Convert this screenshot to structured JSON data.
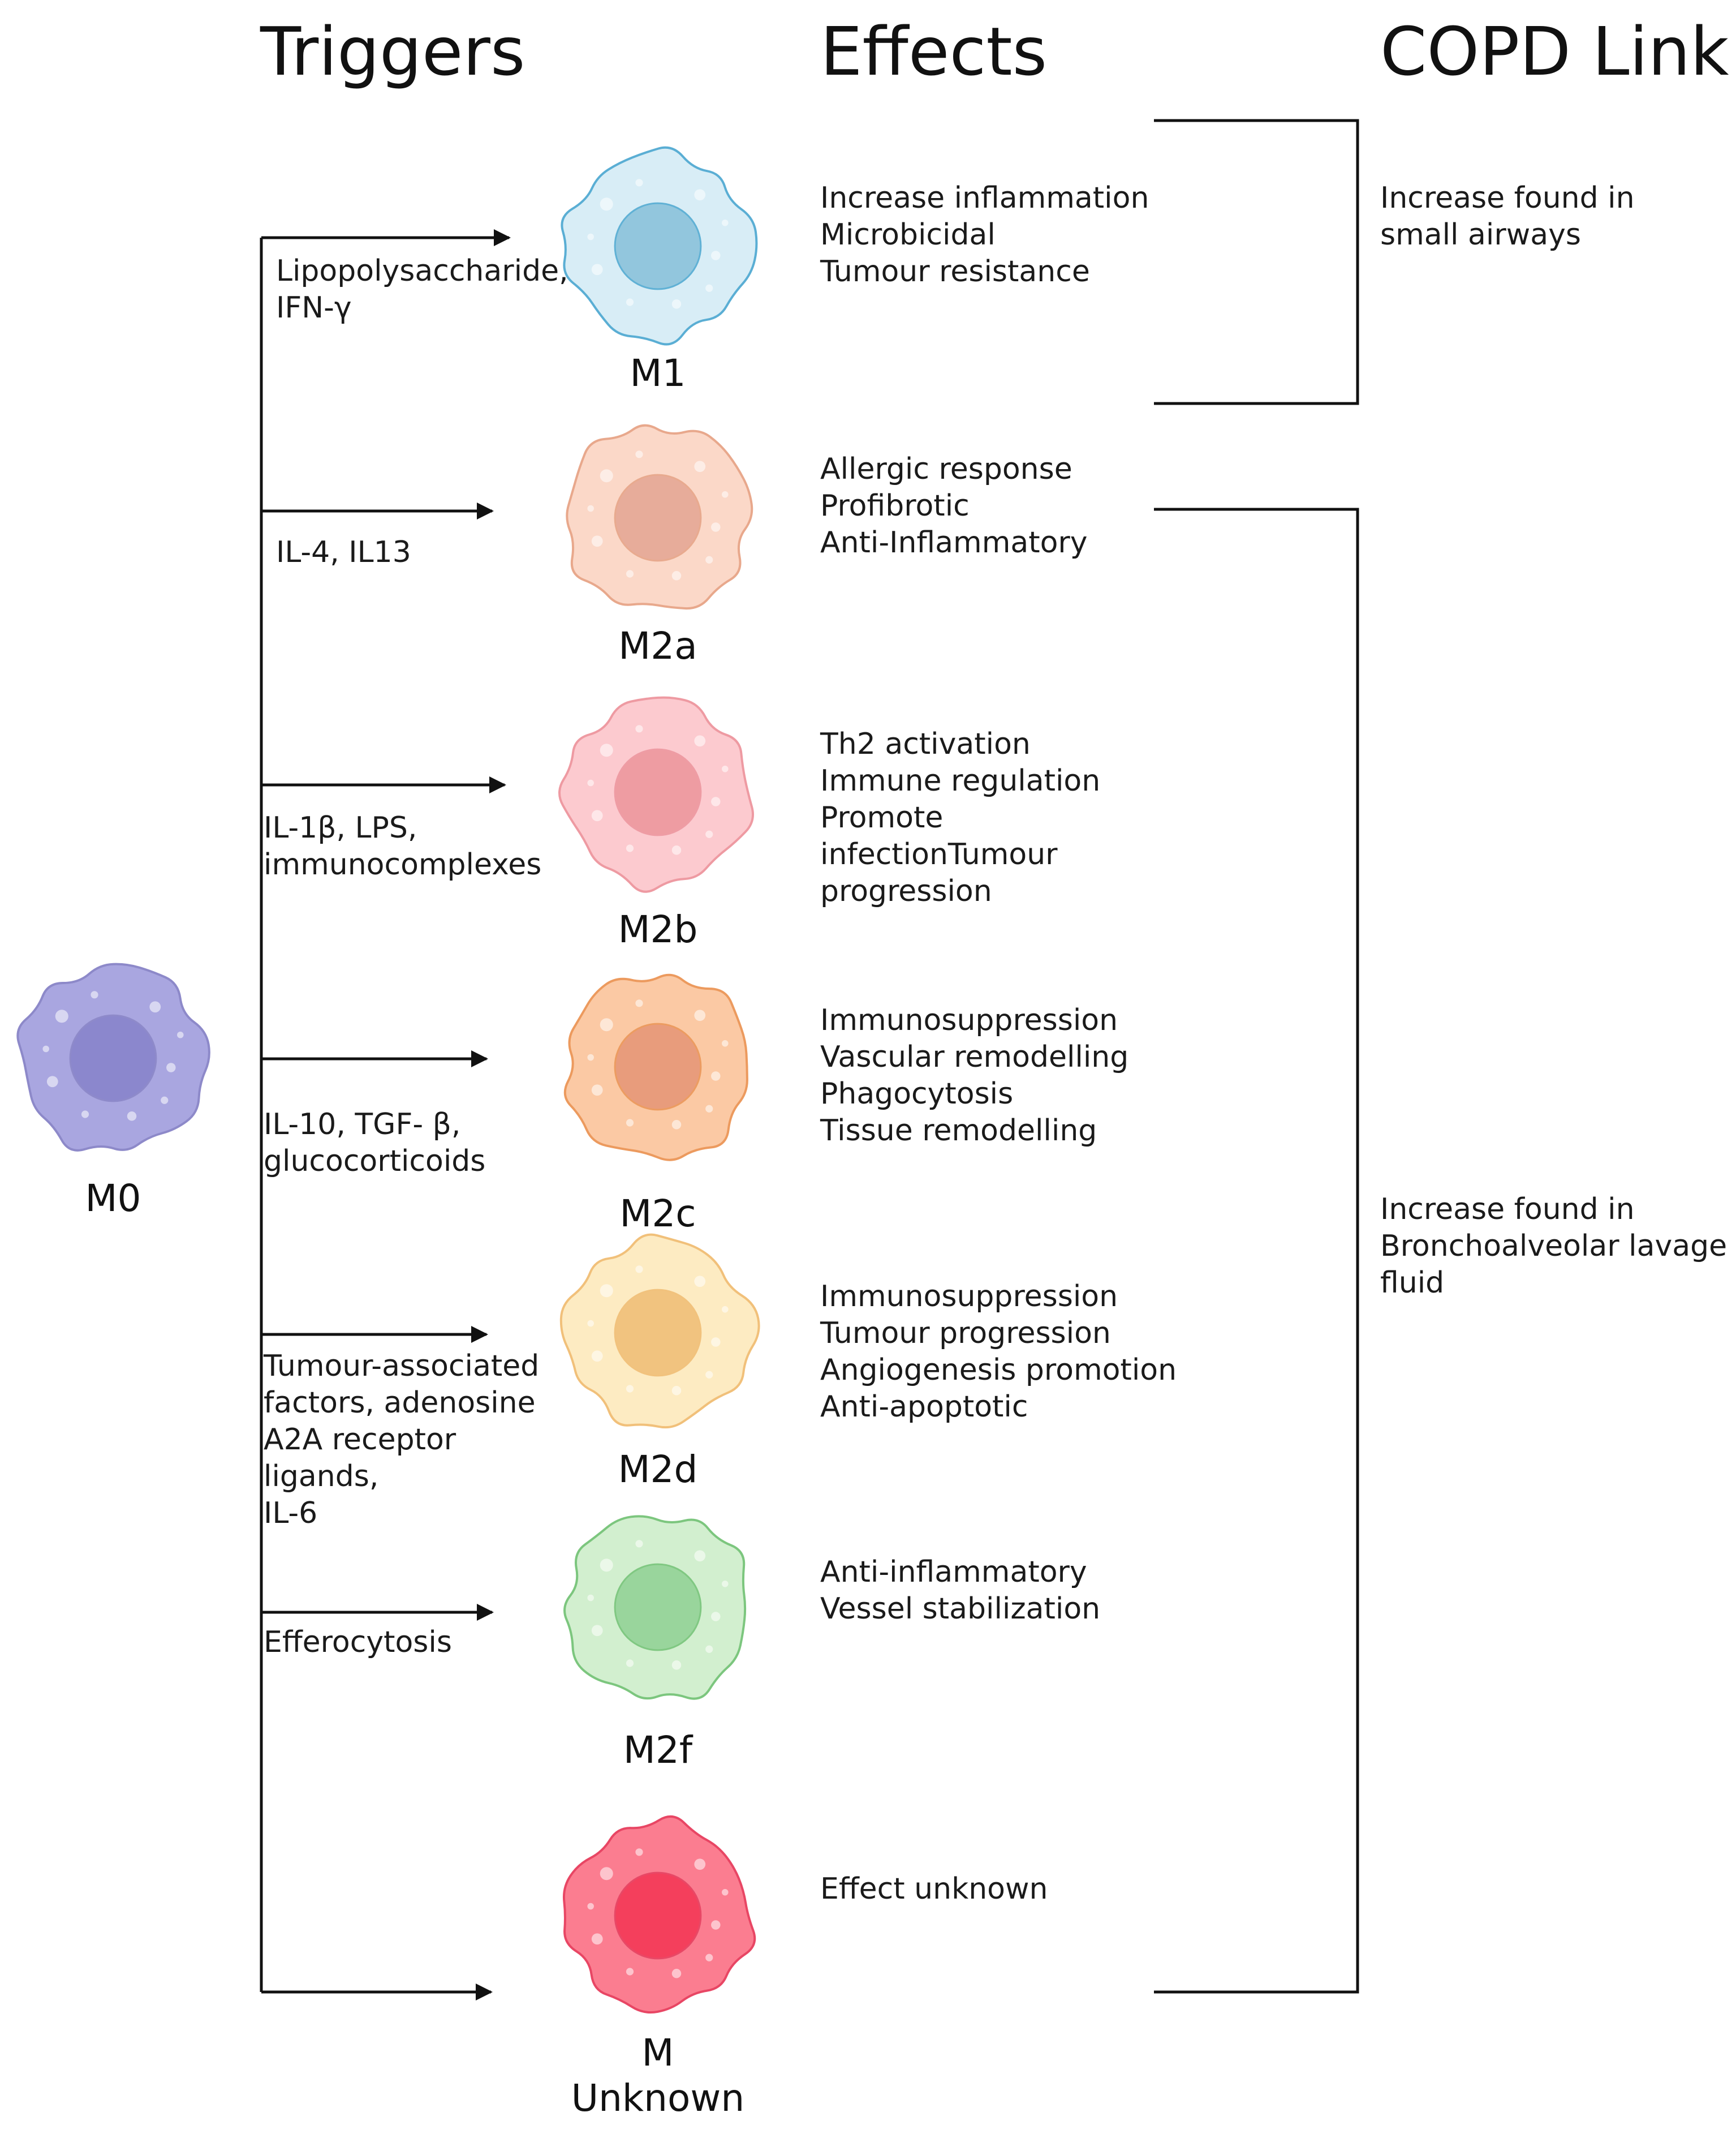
{
  "headers": {
    "triggers": "Triggers",
    "effects": "Effects",
    "copd_link": "COPD Link"
  },
  "source_cell": {
    "label": "M0",
    "color": "#a9a6e0",
    "nucleus_color": "#8a86cc",
    "border_color": "#8d89c9"
  },
  "cells": [
    {
      "label": "M1",
      "trigger": "Lipopolysaccharide,\nIFN-γ",
      "effects": [
        "Increase inflammation",
        "Microbicidal",
        "Tumour resistance"
      ],
      "color": "#d8edf6",
      "nucleus_color": "#8fc4dc",
      "border_color": "#5aaed4"
    },
    {
      "label": "M2a",
      "trigger": "IL-4, IL13",
      "effects": [
        "Allergic response",
        "Profibrotic",
        "Anti-Inflammatory"
      ],
      "color": "#fbd8c8",
      "nucleus_color": "#e6aa98",
      "border_color": "#e8a88c"
    },
    {
      "label": "M2b",
      "trigger": "IL-1β, LPS,\nimmunocomplexes",
      "effects": [
        "Th2 activation",
        "Immune regulation",
        "Promote",
        "infectionTumour",
        "progression"
      ],
      "color": "#fccacf",
      "nucleus_color": "#ee9aa0",
      "border_color": "#ee9aa2"
    },
    {
      "label": "M2c",
      "trigger": "IL-10, TGF- β,\nglucocorticoids",
      "effects": [
        "Immunosuppression",
        "Vascular remodelling",
        "Phagocytosis",
        "Tissue remodelling"
      ],
      "color": "#fbc9a4",
      "nucleus_color": "#e89a7a",
      "border_color": "#ec9a5e"
    },
    {
      "label": "M2d",
      "trigger": "Tumour-associated\nfactors, adenosine\nA2A   receptor ligands,\nIL-6",
      "effects": [
        "Immunosuppression",
        "Tumour progression",
        "Angiogenesis promotion",
        "Anti-apoptotic"
      ],
      "color": "#fdebc2",
      "nucleus_color": "#f1c17c",
      "border_color": "#f1c07a"
    },
    {
      "label": "M2f",
      "trigger": "Efferocytosis",
      "effects": [
        "Anti-inflammatory",
        "Vessel stabilization"
      ],
      "color": "#d2efcf",
      "nucleus_color": "#96d49a",
      "border_color": "#7cc67e"
    },
    {
      "label": "M\nUnknown",
      "trigger": "",
      "effects": [
        "Effect unknown"
      ],
      "color": "#fb7d90",
      "nucleus_color": "#f43c5a",
      "border_color": "#e84664"
    }
  ],
  "copd_links": [
    {
      "text": "Increase found in\nsmall airways"
    },
    {
      "text": "Increase found in\nBronchoalveolar lavage\nfluid"
    }
  ]
}
